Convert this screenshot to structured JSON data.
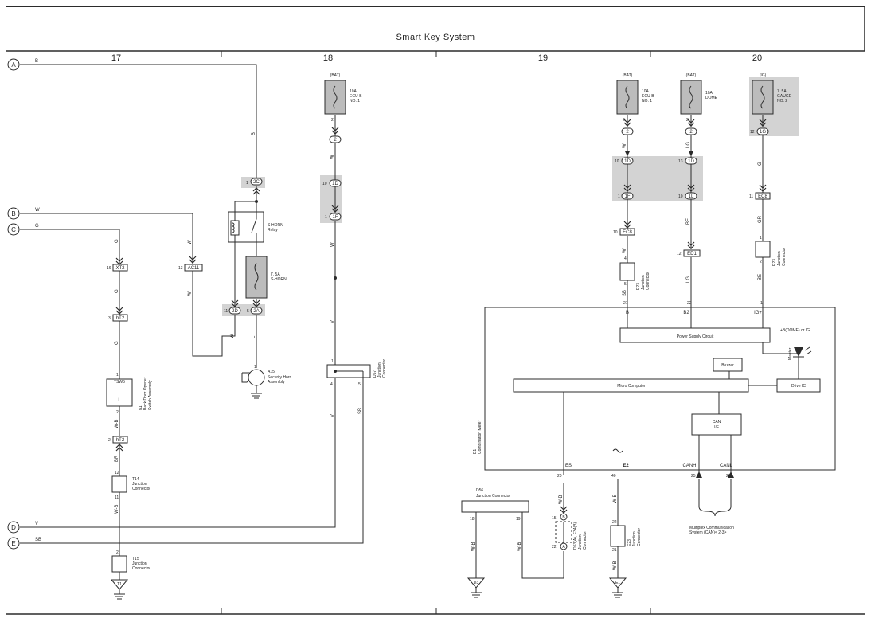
{
  "title": "Smart Key System",
  "columns": [
    "17",
    "18",
    "19",
    "20"
  ],
  "edge_connectors": {
    "A": {
      "id": "A",
      "wire": "B"
    },
    "B": {
      "id": "B",
      "wire": "W"
    },
    "C": {
      "id": "C",
      "wire": "G"
    },
    "D": {
      "id": "D",
      "wire": "V"
    },
    "E": {
      "id": "E",
      "wire": "SB"
    }
  },
  "wire_colors": {
    "b": "B",
    "w": "W",
    "g": "G",
    "v": "V",
    "sb": "SB",
    "l": "L",
    "wb": "W-B",
    "br": "BR",
    "lg": "LG",
    "be": "BE",
    "gr": "GR"
  },
  "power": {
    "bat": "(BAT)",
    "ig": "(IG)"
  },
  "fuses": {
    "ecub1_amp": "10A",
    "ecub1_name1": "ECU-B",
    "ecub1_name2": "NO. 1",
    "dome_amp": "10A",
    "dome_name": "DOME",
    "gauge_amp": "7. 5A",
    "gauge_name1": "GAUGE",
    "gauge_name2": "NO. 2",
    "shorn_amp": "7. 5A",
    "shorn_name": "S-HORN"
  },
  "connectors": {
    "c2c": "2C",
    "c2d": "2D",
    "c2a": "2A",
    "c1d": "1D",
    "c1f": "1F",
    "c1g": "1G",
    "c1l": "1L",
    "ac11": "AC11",
    "xt2": "XT2",
    "ht2": "hT2",
    "ec8": "EC8",
    "ed1": "ED1",
    "c2": "2"
  },
  "pins": {
    "p1": "1",
    "p2": "2",
    "p3": "3",
    "p4": "4",
    "p5": "5",
    "p10": "10",
    "p11": "11",
    "p12": "12",
    "p13": "13",
    "p15": "15",
    "p16": "16",
    "p18": "18",
    "p19": "19",
    "p20": "20",
    "p21": "21",
    "p22": "22",
    "p25": "25",
    "p26": "26",
    "p40": "40"
  },
  "components": {
    "shorn_relay": [
      "S-HORN",
      "Relay"
    ],
    "a15": {
      "code": "A15",
      "lines": [
        "Security Horn",
        "Assembly"
      ]
    },
    "d57": {
      "code": "D57",
      "lines": [
        "Junction",
        "Connector"
      ]
    },
    "h1": {
      "code": "h1",
      "lines": [
        "Back Door Opener",
        "Switch Assembly"
      ],
      "tsw": "TSW5",
      "l": "L"
    },
    "t14": {
      "code": "T14",
      "lines": [
        "Junction",
        "Connector"
      ]
    },
    "t15": {
      "code": "T15",
      "lines": [
        "Junction",
        "Connector"
      ]
    },
    "d56": {
      "code": "D56",
      "lines": [
        "Junction Connector"
      ]
    },
    "d53": {
      "code": "D53(A), E34(B)",
      "lines": [
        "Junction",
        "Connector"
      ]
    },
    "e23": {
      "code": "E23",
      "lines": [
        "Junction",
        "Connector"
      ]
    },
    "e1": {
      "code": "E1",
      "lines": [
        "Combination Meter"
      ]
    }
  },
  "meter": {
    "b_label": "B",
    "b2_label": "B2",
    "igp_label": "IG+",
    "power_supply": "Power Supply Circuit",
    "b_dome": "+B(DOME) or IG",
    "buzzer": "Buzzer",
    "master": "Master",
    "micro": "Micro Computer",
    "drive_ic": "Drive IC",
    "can_if_1": "CAN",
    "can_if_2": "I/F",
    "es": "ES",
    "e2": "E2",
    "canh": "CANH",
    "canl": "CANL"
  },
  "multiplex": [
    "Multiplex Communication",
    "System (CAN)< 2-3>"
  ],
  "grounds": {
    "t1": "T1",
    "d3": "D3",
    "e1": "E1"
  },
  "cable_labels": {
    "a": "A",
    "b": "B"
  },
  "colors": {
    "line": "#2b2b2b",
    "highlight": "#d3d3d3",
    "fuse": "#bcbcbc",
    "background": "#ffffff"
  }
}
